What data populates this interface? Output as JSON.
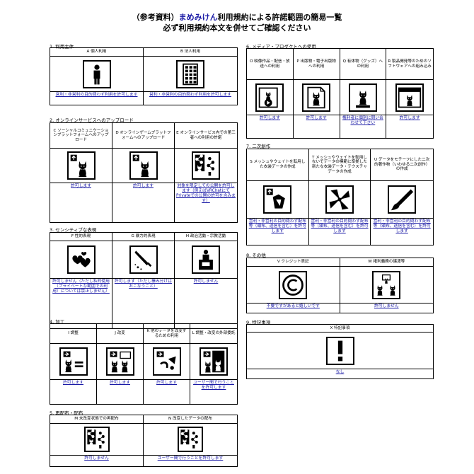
{
  "title": {
    "line1_prefix": "（参考資料）",
    "line1_brand": "まめみけん",
    "line1_suffix": "利用規約による許諾範囲の簡易一覧",
    "line2": "必ず利用規約本文を併せてご確認ください"
  },
  "sections": [
    {
      "id": "s1",
      "title": "1. 利用主体",
      "items": [
        {
          "label": "A 個人利用",
          "icon": "person-icon",
          "verdict": "営利・非営利の目的問わず利用を許可します"
        },
        {
          "label": "B 法人利用",
          "icon": "building-icon",
          "verdict": "営利・非営利の目的問わず利用を許可します"
        }
      ]
    },
    {
      "id": "s2",
      "title": "2. オンラインサービスへのアップロード",
      "items": [
        {
          "label": "C ソーシャルコミュニケーションプラットフォームへのアップロード",
          "icon": "upload-icon",
          "verdict": "許可します"
        },
        {
          "label": "D オンラインゲームプラットフォームへのアップロード",
          "icon": "upload-icon",
          "verdict": "許可します"
        },
        {
          "label": "E オンラインサービス内での第三者への利用の許諾",
          "icon": "share-icon",
          "verdict": "対象を限定しての公開を許可します（例えばVRChatにてPrivateでの公開の許可を含みます）"
        }
      ]
    },
    {
      "id": "s3",
      "title": "3. センシティブな表現",
      "items": [
        {
          "label": "F 性的表現",
          "icon": "hearts-icon",
          "verdict": "許可しません（ただし私的使用（プライベートな範囲での利用）については禁止しません）"
        },
        {
          "label": "G 暴力的表現",
          "icon": "knife-icon",
          "verdict": "許可します（ただし棲み分けはおこなうこと）"
        },
        {
          "label": "H 政治活動・宗教活動",
          "icon": "podium-icon",
          "verdict": "許可しません"
        }
      ]
    },
    {
      "id": "s4",
      "title": "4. 加工",
      "items": [
        {
          "label": "I 調整",
          "icon": "adjust-icon",
          "verdict": "許可します"
        },
        {
          "label": "J 改変",
          "icon": "modify-icon",
          "verdict": "許可します"
        },
        {
          "label": "K 他のデータを改変するための利用",
          "icon": "parts-icon",
          "verdict": "許可します"
        },
        {
          "label": "L 調整・改変の外部委託",
          "icon": "outsource-icon",
          "verdict": "ユーザー間で行うことを許可します"
        }
      ]
    },
    {
      "id": "s5",
      "title": "5. 再配布・配布",
      "items": [
        {
          "label": "M 未改変状態での再配布",
          "icon": "share-icon",
          "verdict": "許可しません"
        },
        {
          "label": "N 改変したデータの配布",
          "icon": "share-icon",
          "verdict": "ユーザー間で行うことを許可します"
        }
      ]
    },
    {
      "id": "s6",
      "title": "6. メディア・プロダクトへの使用",
      "items": [
        {
          "label": "O 映像作品・配信・放送への利用",
          "icon": "video-icon",
          "verdict": "許可します"
        },
        {
          "label": "P 出版物・電子出版物への利用",
          "icon": "document-icon",
          "verdict": "許可します"
        },
        {
          "label": "Q 有体物（グッズ）への利用",
          "icon": "goods-icon",
          "verdict": "権利者に個別に問い合わせて下さい"
        },
        {
          "label": "R 製品開発等のためのソフトウェアへの組み込み",
          "icon": "software-icon",
          "verdict": "許可します"
        }
      ]
    },
    {
      "id": "s7",
      "title": "7. 二次創作",
      "items": [
        {
          "label": "S メッシュやウェイトを転用した衣装データの作成",
          "icon": "costume-icon",
          "verdict": "営利・非営利の目的問わず配布等（頒布、送信を含む）を許可します"
        },
        {
          "label": "T メッシュやウェイトを転用しないでデータの模範に準拠した新たな衣装データ・テクスチャデータの作成",
          "icon": "fabric-icon",
          "verdict": "営利・非営利の目的問わず配布等（頒布、送信を含む）を許可します"
        },
        {
          "label": "U データをモチーフにした二次的著作物（いわゆる二次創作）の作成",
          "icon": "brush-icon",
          "verdict": "営利・非営利の目的問わず配布等（頒布、送信を含む）を許可します"
        }
      ]
    },
    {
      "id": "s8",
      "title": "8. その他",
      "items": [
        {
          "label": "V クレジット表記",
          "icon": "copyright-icon",
          "verdict": "不要ですがあると嬉しいです"
        },
        {
          "label": "W 権利義務の譲渡等",
          "icon": "transfer-icon",
          "verdict": "許可しません"
        }
      ]
    },
    {
      "id": "s9",
      "title": "9. 特記事項",
      "items": [
        {
          "label": "X 特記事項",
          "icon": "exclamation-icon",
          "verdict": "なし"
        }
      ]
    }
  ]
}
